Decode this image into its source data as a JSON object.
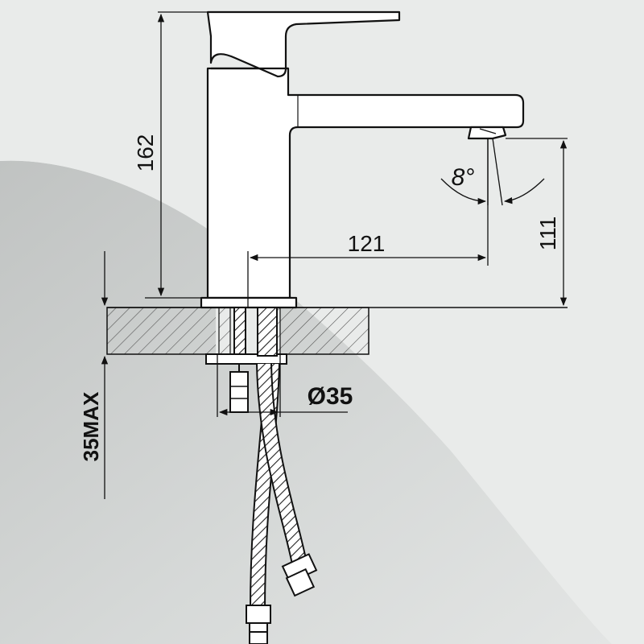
{
  "dimensions": {
    "total_height": "162",
    "spout_height": "111",
    "spout_reach": "121",
    "spout_angle": "8°",
    "hole_diameter": "Ø35",
    "max_deck_thickness": "35MAX"
  },
  "colors": {
    "background": "#e9ebea",
    "shadow": "#c4c7c6",
    "line": "#111111"
  }
}
